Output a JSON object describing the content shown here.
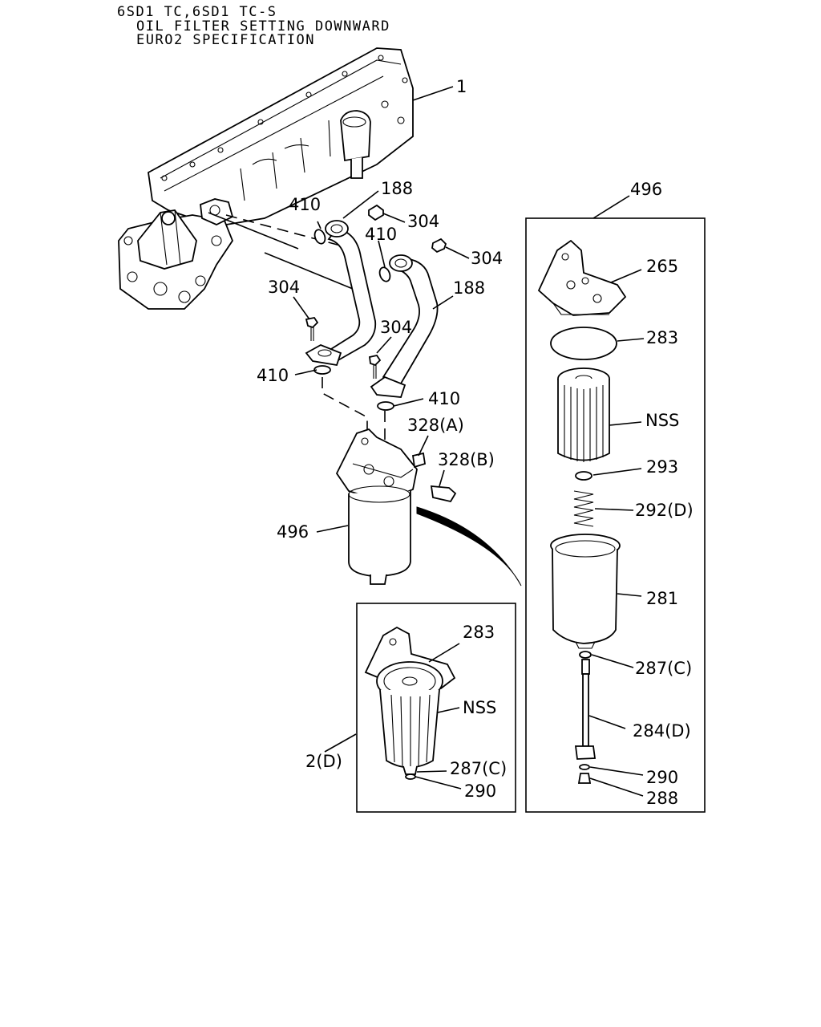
{
  "header": {
    "line1": "6SD1 TC,6SD1 TC-S",
    "line2": "OIL FILTER SETTING DOWNWARD",
    "line3": "EURO2 SPECIFICATION"
  },
  "callouts": {
    "c1": "1",
    "c188a": "188",
    "c188b": "188",
    "c304a": "304",
    "c304b": "304",
    "c304c": "304",
    "c304d": "304",
    "c410a": "410",
    "c410b": "410",
    "c410c": "410",
    "c410d": "410",
    "c328a": "328(A)",
    "c328b": "328(B)",
    "c496a": "496",
    "c496b": "496",
    "c265": "265",
    "c283a": "283",
    "c283b": "283",
    "cnssa": "NSS",
    "cnssb": "NSS",
    "c293": "293",
    "c292": "292(D)",
    "c281": "281",
    "c287a": "287(C)",
    "c287b": "287(C)",
    "c284": "284(D)",
    "c290a": "290",
    "c290b": "290",
    "c288": "288",
    "c2d": "2(D)"
  }
}
